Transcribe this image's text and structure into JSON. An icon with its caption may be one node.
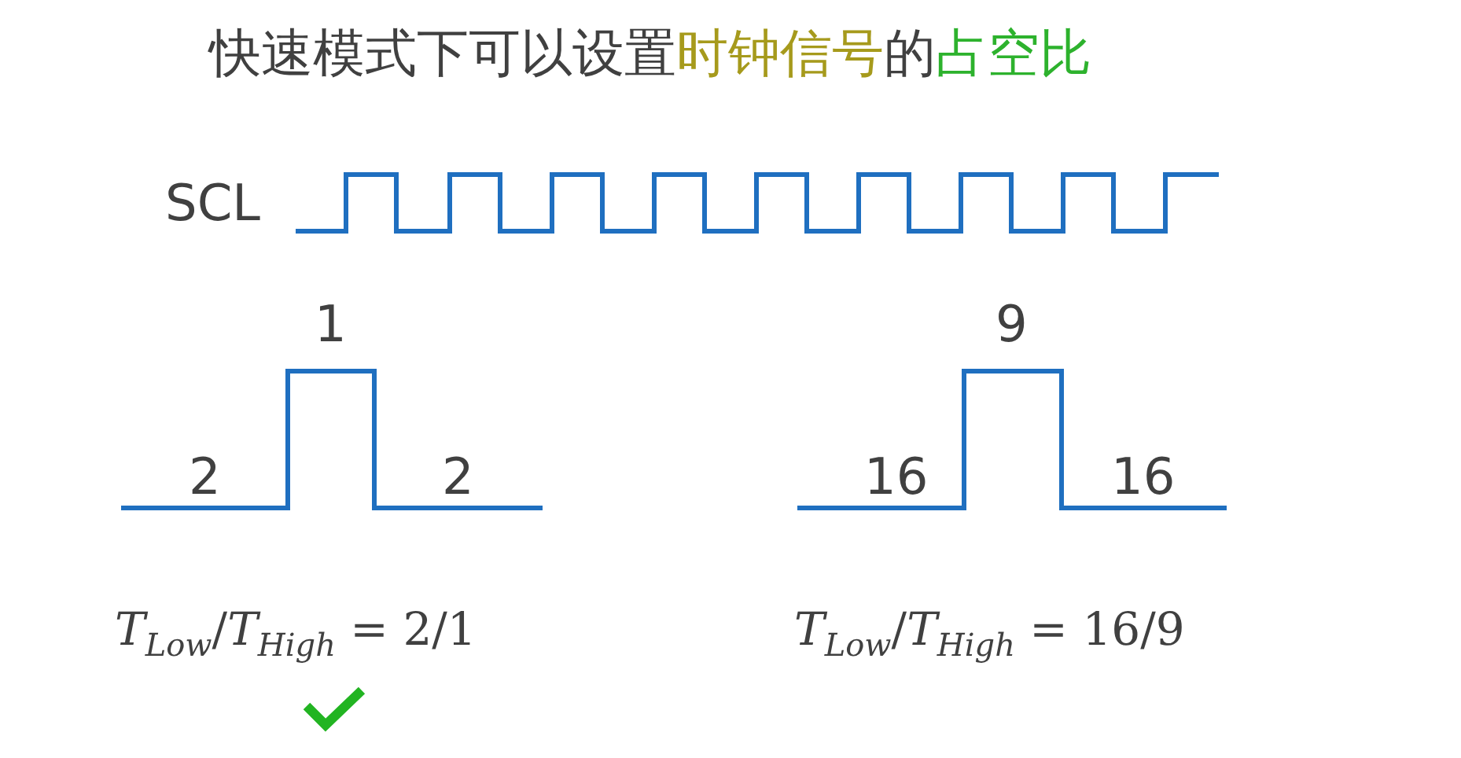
{
  "diagram": {
    "title": "快速模式下可以设置时钟信号的占空比",
    "labels": [
      "SCL",
      "1",
      "2",
      "2",
      "9",
      "16",
      "16",
      "*T*$_{Low}$/*T*$_{High}$ = 2/1",
      "*T*$_{Low}$/*T*$_{High}$ = 16/9"
    ]
  }
}
